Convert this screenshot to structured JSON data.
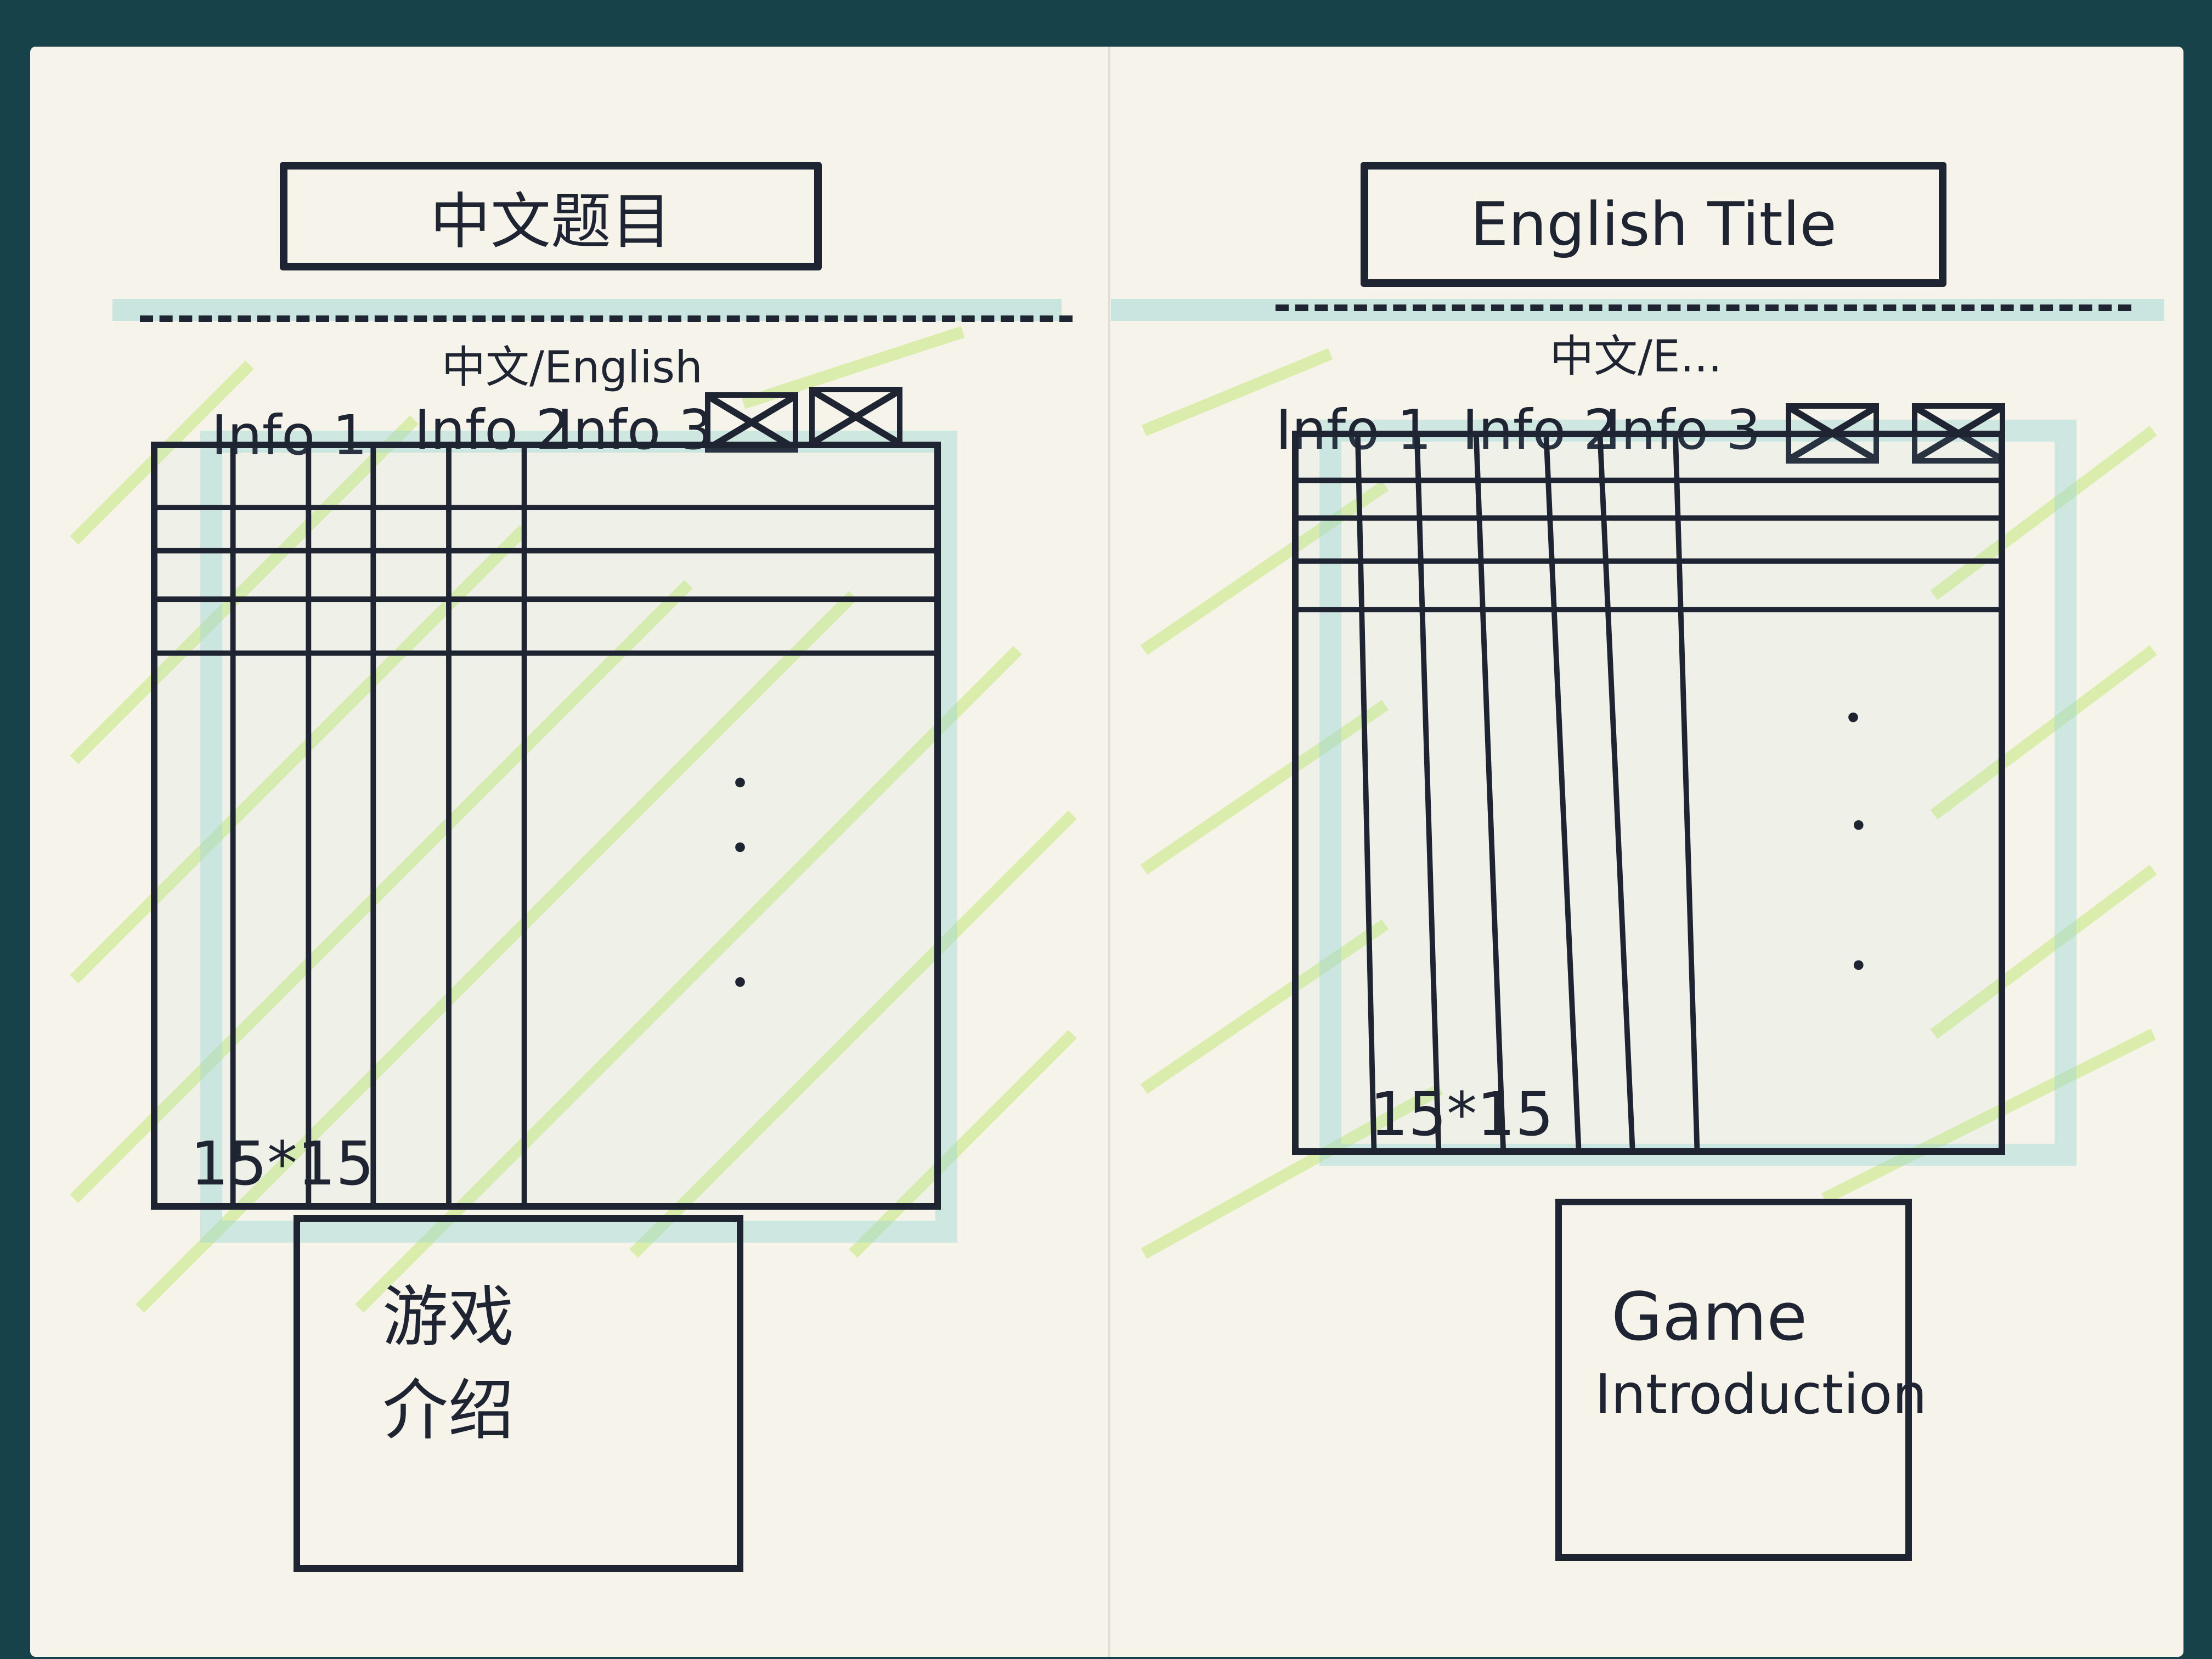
{
  "left_panel": {
    "title": "中文题目",
    "lang_toggle": "中文/English",
    "info_labels": [
      "Info 1",
      "Info 2",
      "Info 3"
    ],
    "grid_size": "15*15",
    "intro_line1": "游戏",
    "intro_line2": "介绍"
  },
  "right_panel": {
    "title": "English Title",
    "lang_toggle": "中文/E...",
    "info_labels": [
      "Info 1",
      "Info 2",
      "Info 3"
    ],
    "grid_size": "15*15",
    "intro_line1": "Game",
    "intro_line2": "Introduction"
  },
  "colors": {
    "background": "#17424a",
    "paper": "#f6f4ea",
    "ink": "#1f2433",
    "highlight_green": "#c6e87a",
    "highlight_blue": "#9fd6d6"
  },
  "icons": [
    "close-box-icon",
    "close-box-icon"
  ]
}
